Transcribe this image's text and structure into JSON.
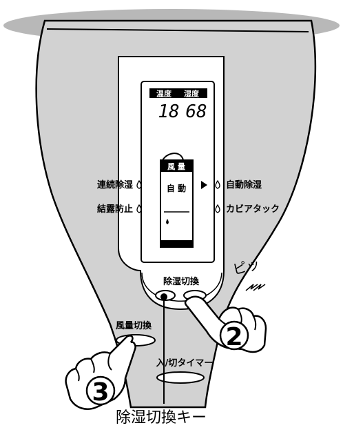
{
  "display": {
    "header_temperature": "温度",
    "header_humidity": "湿度",
    "temperature": "18",
    "humidity": "68",
    "fan_label": "風 量",
    "fan_value": "自 動"
  },
  "modes": {
    "continuous": "連続除湿",
    "auto": "自動除湿",
    "condensation": "結露防止",
    "mold": "カビアタック"
  },
  "buttons": {
    "dehumidify_switch": "除湿切換",
    "fan_switch": "風量切換",
    "timer": "入/切タイマー"
  },
  "sound": "ピッ",
  "steps": {
    "step2": "2",
    "step3": "3"
  },
  "caption": "除湿切換キー"
}
